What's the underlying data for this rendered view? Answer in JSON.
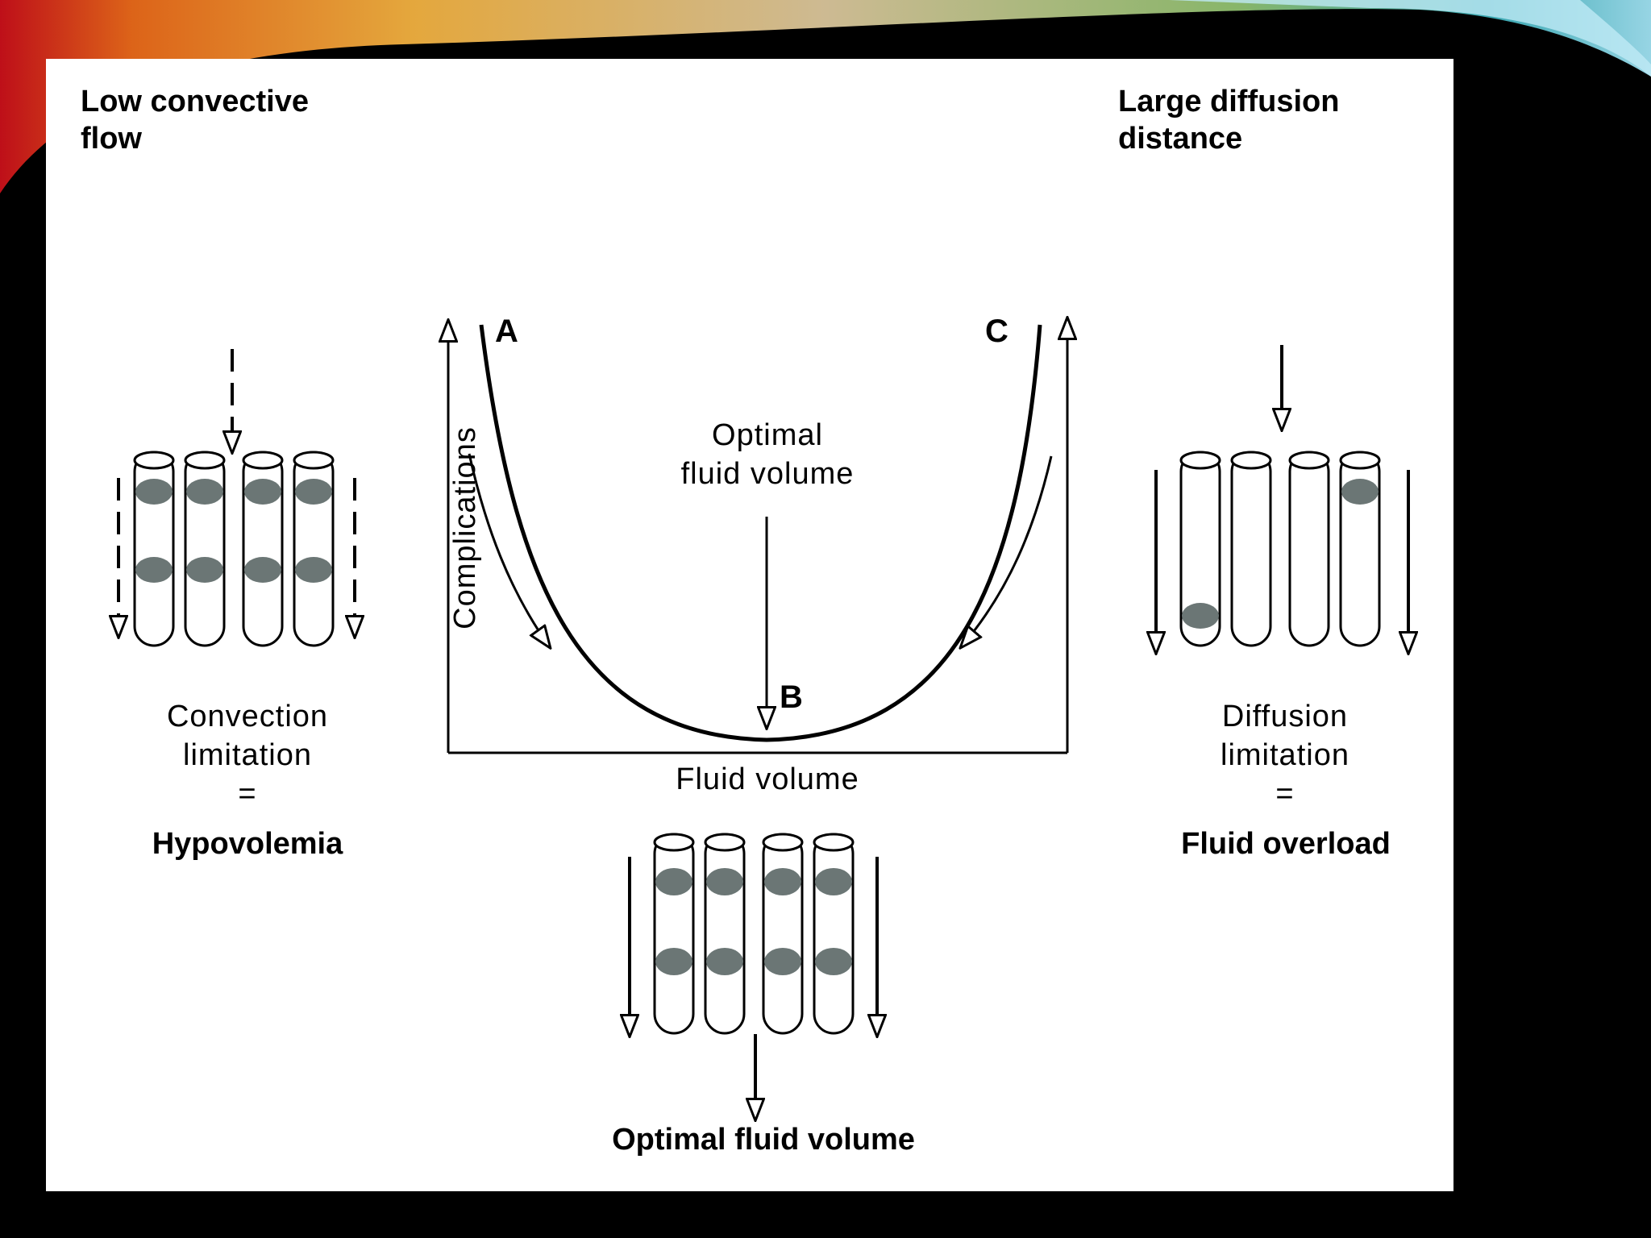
{
  "corners": {
    "top_left": "Low convective flow",
    "top_right": "Large diffusion distance"
  },
  "curve": {
    "point_a": "A",
    "point_b": "B",
    "point_c": "C",
    "optimal_line1": "Optimal",
    "optimal_line2": "fluid volume",
    "y_axis": "Complications",
    "x_axis": "Fluid volume"
  },
  "left_panel": {
    "line1": "Convection",
    "line2": "limitation",
    "equals": "=",
    "result": "Hypovolemia"
  },
  "right_panel": {
    "line1": "Diffusion",
    "line2": "limitation",
    "equals": "=",
    "result": "Fluid overload"
  },
  "bottom_panel": {
    "result": "Optimal fluid volume"
  },
  "colors": {
    "capillary_cell": "#6b7675",
    "slide_background": "#ffffff",
    "frame": "#000000"
  }
}
